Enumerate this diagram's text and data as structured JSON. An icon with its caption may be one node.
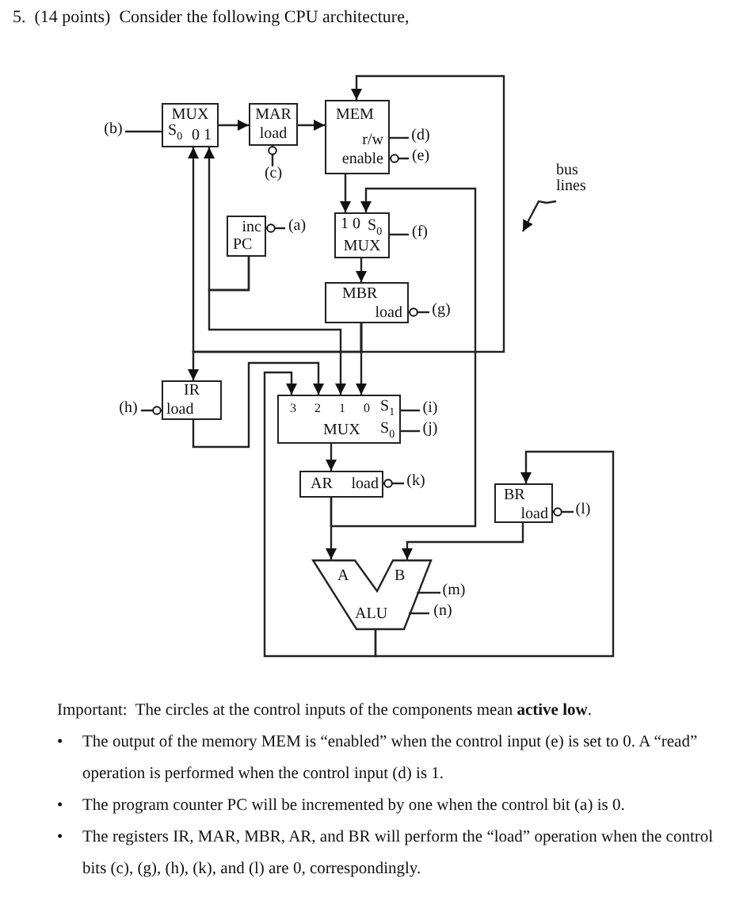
{
  "diagram": {
    "title": "5.  (14 points)  Consider the following CPU architecture,",
    "nodes": [
      {
        "text": [
          "MUX",
          "S$_{0}$",
          "0 1"
        ]
      },
      {
        "text": [
          "MAR",
          "load"
        ]
      },
      {
        "text": [
          "MEM",
          "r/w",
          "enable"
        ]
      },
      {
        "text": [
          "inc",
          "PC"
        ]
      },
      {
        "text": [
          "1 0",
          "S$_{0}$",
          "MUX"
        ]
      },
      {
        "text": [
          "MBR",
          "load"
        ]
      },
      {
        "text": [
          "IR",
          "load"
        ]
      },
      {
        "text": [
          "3 2 1 0",
          "S$_{1}$",
          "MUX",
          "S$_{0}$"
        ]
      },
      {
        "text": [
          "AR",
          "load"
        ]
      },
      {
        "text": [
          "BR",
          "load"
        ]
      },
      {
        "text": [
          "A",
          "B",
          "ALU"
        ]
      },
      {
        "text": [
          "(b)"
        ]
      },
      {
        "text": [
          "(d)"
        ]
      },
      {
        "text": [
          "(e)"
        ]
      },
      {
        "text": [
          "(c)"
        ]
      },
      {
        "text": [
          "(a)"
        ]
      },
      {
        "text": [
          "(f)"
        ]
      },
      {
        "text": [
          "(g)"
        ]
      },
      {
        "text": [
          "(h)"
        ]
      },
      {
        "text": [
          "(i)"
        ]
      },
      {
        "text": [
          "(j)"
        ]
      },
      {
        "text": [
          "(k)"
        ]
      },
      {
        "text": [
          "(l)"
        ]
      },
      {
        "text": [
          "(m)"
        ]
      },
      {
        "text": [
          "(n)"
        ]
      },
      {
        "text": [
          "bus lines"
        ]
      }
    ],
    "edges": [
      {
        "from": 0,
        "to": 1,
        "arrow": "to"
      },
      {
        "from": 1,
        "to": 2,
        "arrow": "to"
      },
      {
        "from": 2,
        "to": 4,
        "arrow": "to"
      },
      {
        "from": 5,
        "to": 2,
        "arrow": "to"
      },
      {
        "from": 5,
        "to": 6,
        "arrow": "to"
      },
      {
        "from": 5,
        "to": 0,
        "arrow": "to"
      },
      {
        "from": 5,
        "to": 7,
        "arrow": "to"
      },
      {
        "from": 4,
        "to": 5,
        "arrow": "to"
      },
      {
        "from": 3,
        "to": 0,
        "arrow": "to"
      },
      {
        "from": 3,
        "to": 7,
        "arrow": "to"
      },
      {
        "from": 6,
        "to": 7,
        "arrow": "to"
      },
      {
        "from": 10,
        "to": 7,
        "arrow": "to"
      },
      {
        "from": 10,
        "to": 9,
        "arrow": "to"
      },
      {
        "from": 9,
        "to": 10,
        "arrow": "to"
      },
      {
        "from": 7,
        "to": 8,
        "arrow": "to"
      },
      {
        "from": 8,
        "to": 10,
        "arrow": "to"
      },
      {
        "from": 8,
        "to": 4,
        "arrow": "to"
      },
      {
        "from": 11,
        "to": 0,
        "arrow": "none"
      },
      {
        "from": 12,
        "to": 2,
        "arrow": "none"
      },
      {
        "from": 13,
        "to": 2,
        "arrow": "other"
      },
      {
        "from": 14,
        "to": 1,
        "arrow": "other"
      },
      {
        "from": 15,
        "to": 3,
        "arrow": "other"
      },
      {
        "from": 16,
        "to": 4,
        "arrow": "none"
      },
      {
        "from": 17,
        "to": 5,
        "arrow": "other"
      },
      {
        "from": 18,
        "to": 6,
        "arrow": "other"
      },
      {
        "from": 19,
        "to": 7,
        "arrow": "none"
      },
      {
        "from": 20,
        "to": 7,
        "arrow": "none"
      },
      {
        "from": 21,
        "to": 8,
        "arrow": "other"
      },
      {
        "from": 22,
        "to": 9,
        "arrow": "other"
      },
      {
        "from": 23,
        "to": 10,
        "arrow": "none"
      },
      {
        "from": 24,
        "to": 10,
        "arrow": "none"
      },
      {
        "from": 25,
        "to": null,
        "arrow": "to"
      }
    ],
    "labels": [
      "Important:  The circles at the control inputs of the components mean **active low**.",
      "•",
      "The output of the memory MEM is “enabled” when the control input (e) is set to 0.  A “read” operation is performed when the control input (d) is 1.",
      "•",
      "The program counter PC will be incremented by one when the control bit (a) is 0.",
      "•",
      "The registers IR, MAR, MBR, AR, and BR will perform the “load” operation when the control bits (c), (g), (h), (k), and (l) are 0, correspondingly."
    ]
  }
}
